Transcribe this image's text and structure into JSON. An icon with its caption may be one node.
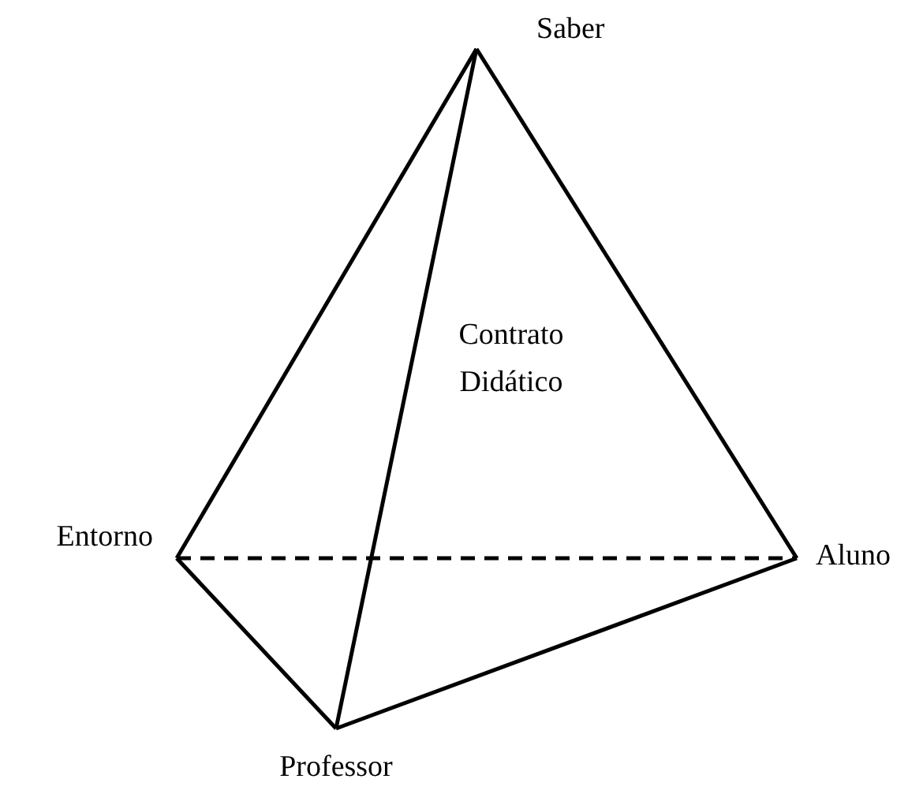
{
  "diagram": {
    "nodes": [
      {
        "text": [
          "Saber"
        ]
      },
      {
        "text": [
          "Entorno"
        ]
      },
      {
        "text": [
          "Aluno"
        ]
      },
      {
        "text": [
          "Professor"
        ]
      }
    ],
    "edges": [
      {
        "from": 0,
        "to": 1,
        "arrow": "none"
      },
      {
        "from": 0,
        "to": 2,
        "arrow": "none"
      },
      {
        "from": 0,
        "to": 3,
        "arrow": "none"
      },
      {
        "from": 1,
        "to": 3,
        "arrow": "none"
      },
      {
        "from": 3,
        "to": 2,
        "arrow": "none"
      },
      {
        "from": 1,
        "to": 2,
        "arrow": "none",
        "style": "dashed"
      }
    ],
    "labels": [
      "Contrato Didático"
    ]
  }
}
